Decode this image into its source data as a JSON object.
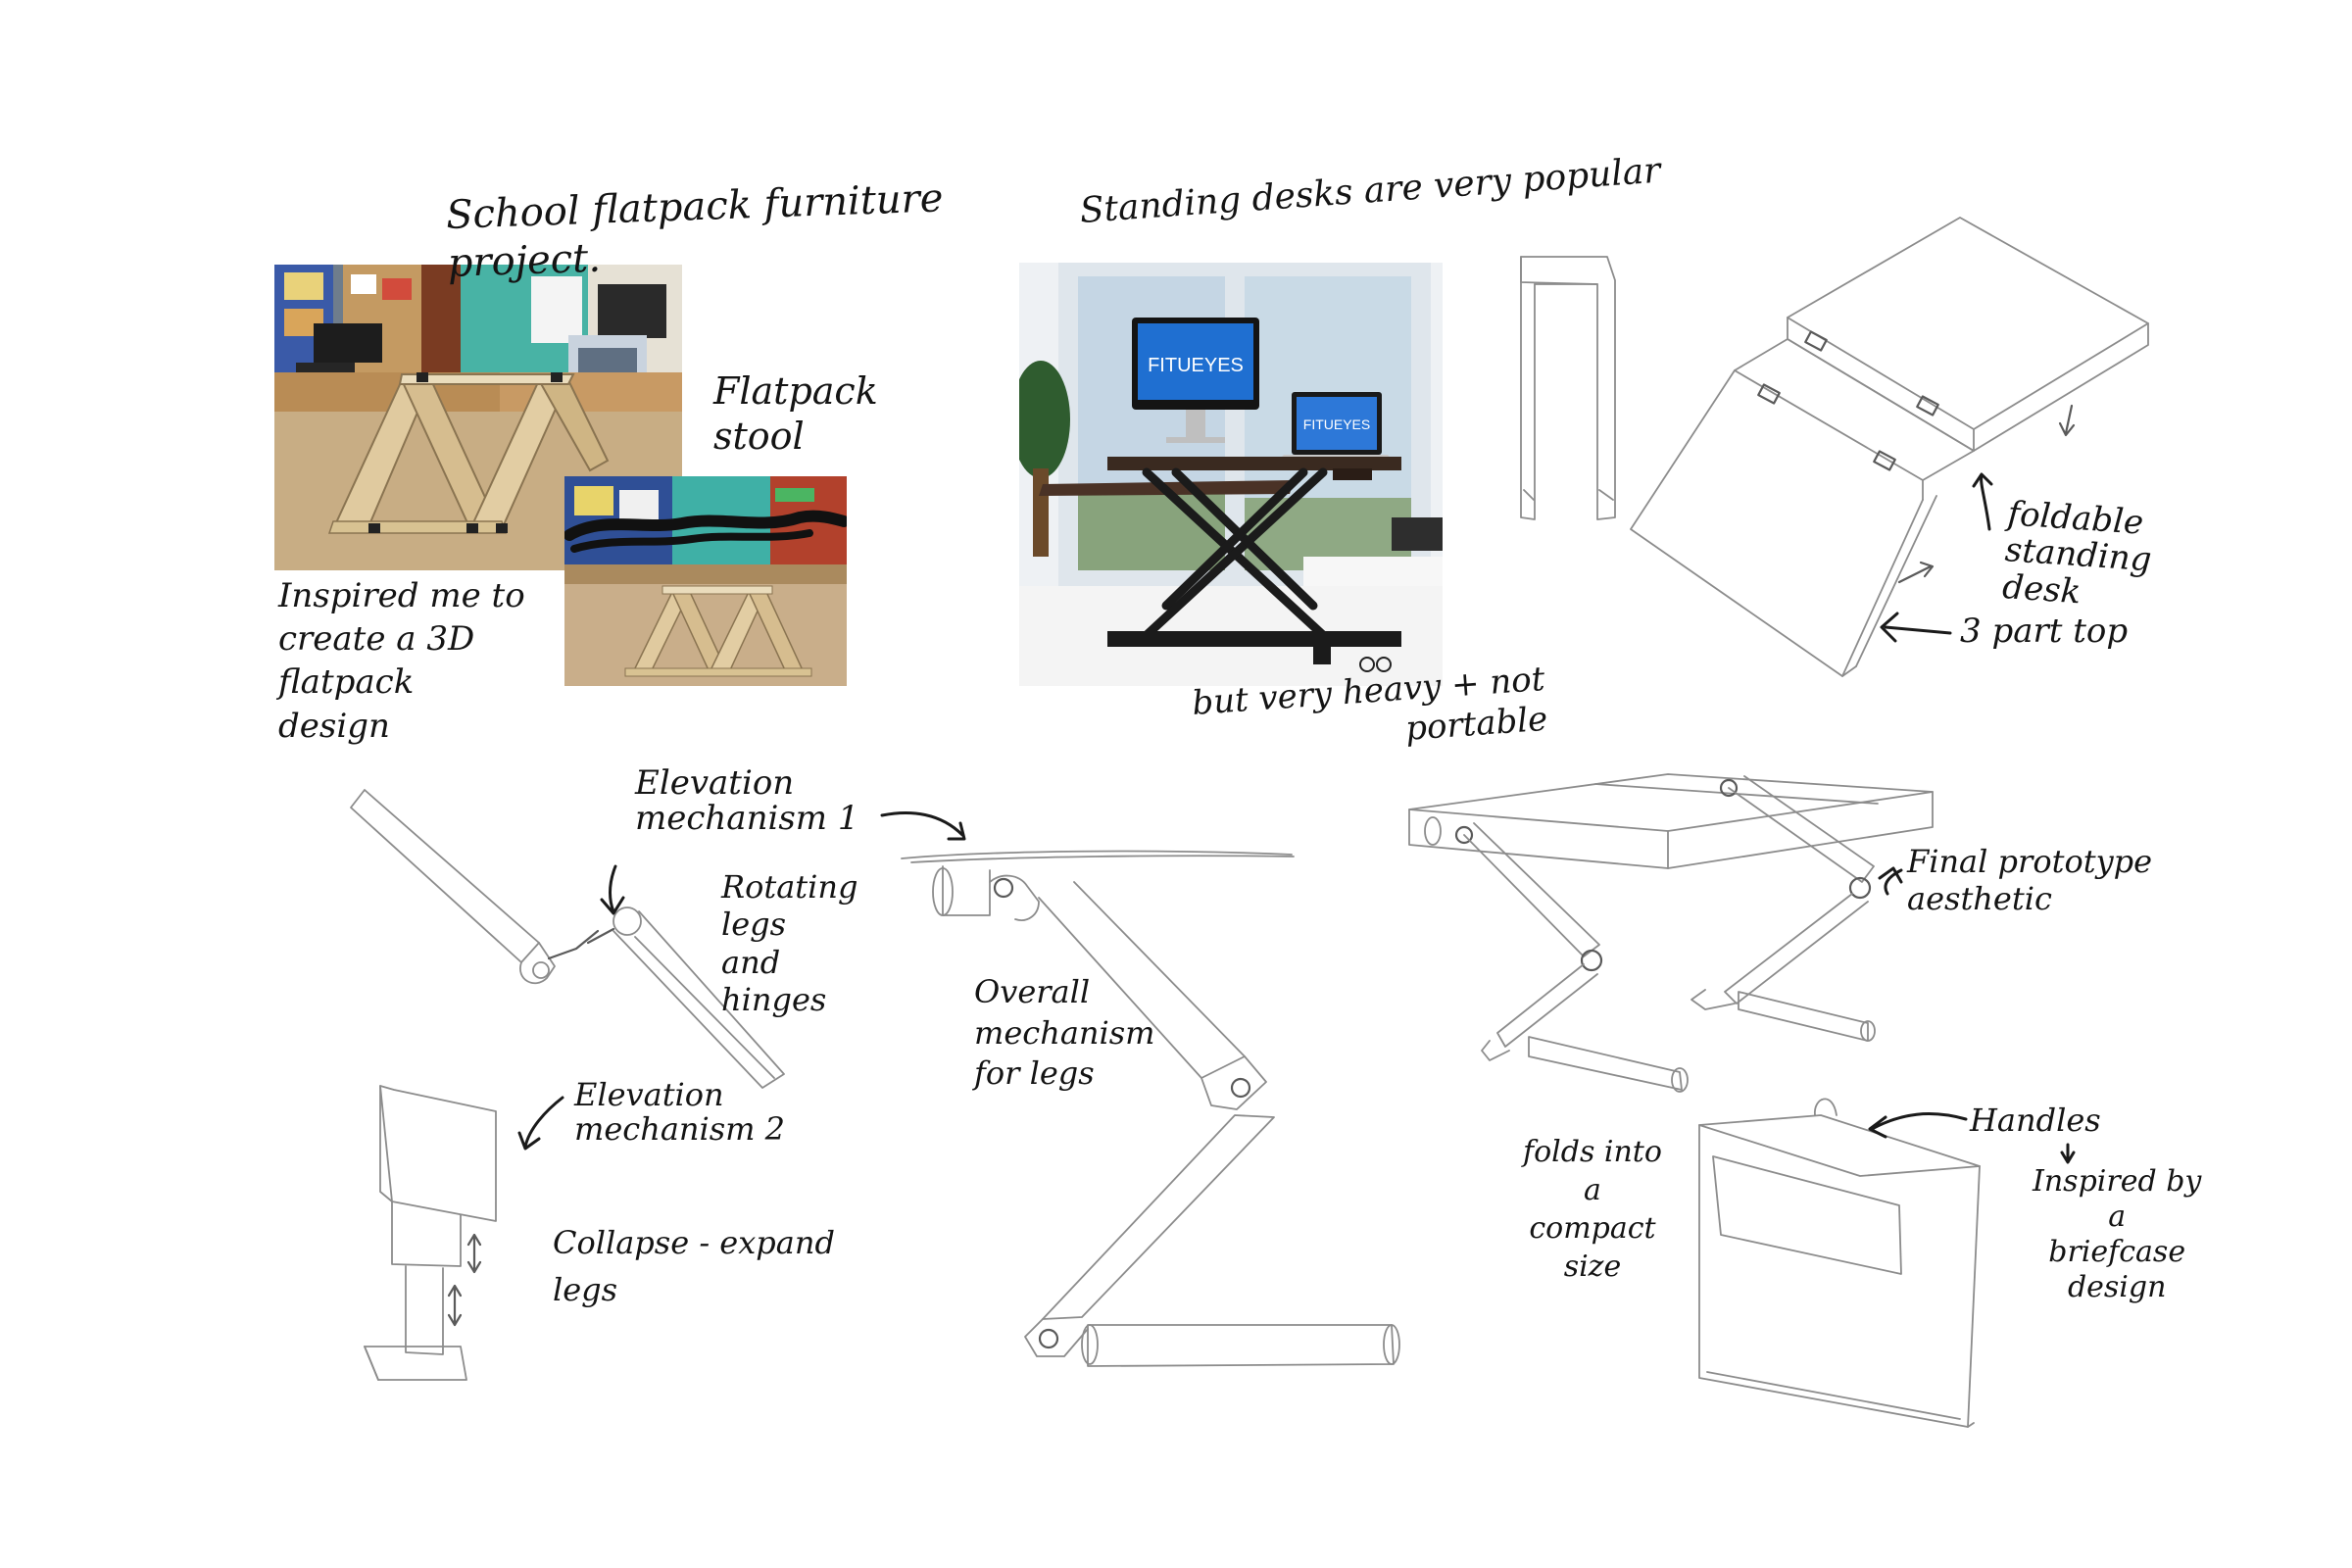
{
  "notes": {
    "school_project": "School flatpack furniture\nproject.",
    "flatpack_stool": "Flatpack\nstool",
    "inspired_3d": "Inspired me to\ncreate a 3D\nflatpack\ndesign",
    "standing_popular": "Standing desks are very popular",
    "heavy_portable": "but very heavy + not\nportable",
    "foldable_desk": "foldable\nstanding\ndesk",
    "three_part_top": "3 part top",
    "elevation_1": "Elevation\nmechanism 1",
    "rotating_legs": "Rotating\nlegs\nand\nhinges",
    "overall_mechanism": "Overall\nmechanism\nfor legs",
    "final_prototype": "Final prototype\naesthetic",
    "elevation_2": "Elevation\nmechanism 2",
    "collapse_expand": "Collapse - expand\nlegs",
    "handles": "Handles",
    "briefcase": "Inspired by\na\nbriefcase\ndesign",
    "compact": "folds into\na\ncompact\nsize"
  },
  "photos": {
    "monitor_brand": "FITUEYES",
    "laptop_brand": "FITUEYES"
  },
  "colors": {
    "ink": "#1a1a1a",
    "pencil": "#8c8c8c",
    "plywood": "#d9c39b",
    "classroom_floor": "#c8ad84"
  }
}
